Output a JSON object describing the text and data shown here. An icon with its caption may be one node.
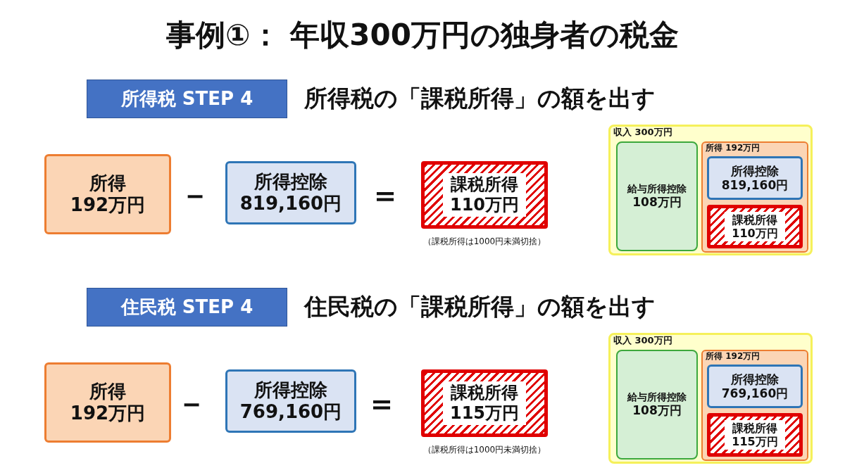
{
  "diagram": {
    "title": "事例①： 年収300万円の独身者の税金",
    "nodes": [
      {
        "text": [
          "所得税 STEP 4"
        ]
      },
      {
        "text": [
          "所得",
          "192万円"
        ]
      },
      {
        "text": [
          "所得控除",
          "819,160円"
        ]
      },
      {
        "text": [
          "課税所得",
          "110万円"
        ],
        "beside": [
          "（課税所得は1000円未満切捨）"
        ]
      },
      {
        "text": [
          "収入 300万円"
        ]
      },
      {
        "text": [
          "給与所得控除",
          "108万円"
        ],
        "in": 4
      },
      {
        "text": [
          "所得 192万円"
        ],
        "in": 4
      },
      {
        "text": [
          "所得控除",
          "819,160円"
        ],
        "in": 6
      },
      {
        "text": [
          "課税所得",
          "110万円"
        ],
        "in": 6
      },
      {
        "text": [
          "住民税 STEP 4"
        ]
      },
      {
        "text": [
          "所得",
          "192万円"
        ]
      },
      {
        "text": [
          "所得控除",
          "769,160円"
        ]
      },
      {
        "text": [
          "課税所得",
          "115万円"
        ],
        "beside": [
          "（課税所得は1000円未満切捨）"
        ]
      },
      {
        "text": [
          "収入 300万円"
        ]
      },
      {
        "text": [
          "給与所得控除",
          "108万円"
        ],
        "in": 13
      },
      {
        "text": [
          "所得 192万円"
        ],
        "in": 13
      },
      {
        "text": [
          "所得控除",
          "769,160円"
        ],
        "in": 15
      },
      {
        "text": [
          "課税所得",
          "115万円"
        ],
        "in": 15
      }
    ],
    "labels": [
      "所得税の「課税所得」の額を出す",
      "－",
      "＝",
      "住民税の「課税所得」の額を出す",
      "－",
      "＝"
    ]
  }
}
